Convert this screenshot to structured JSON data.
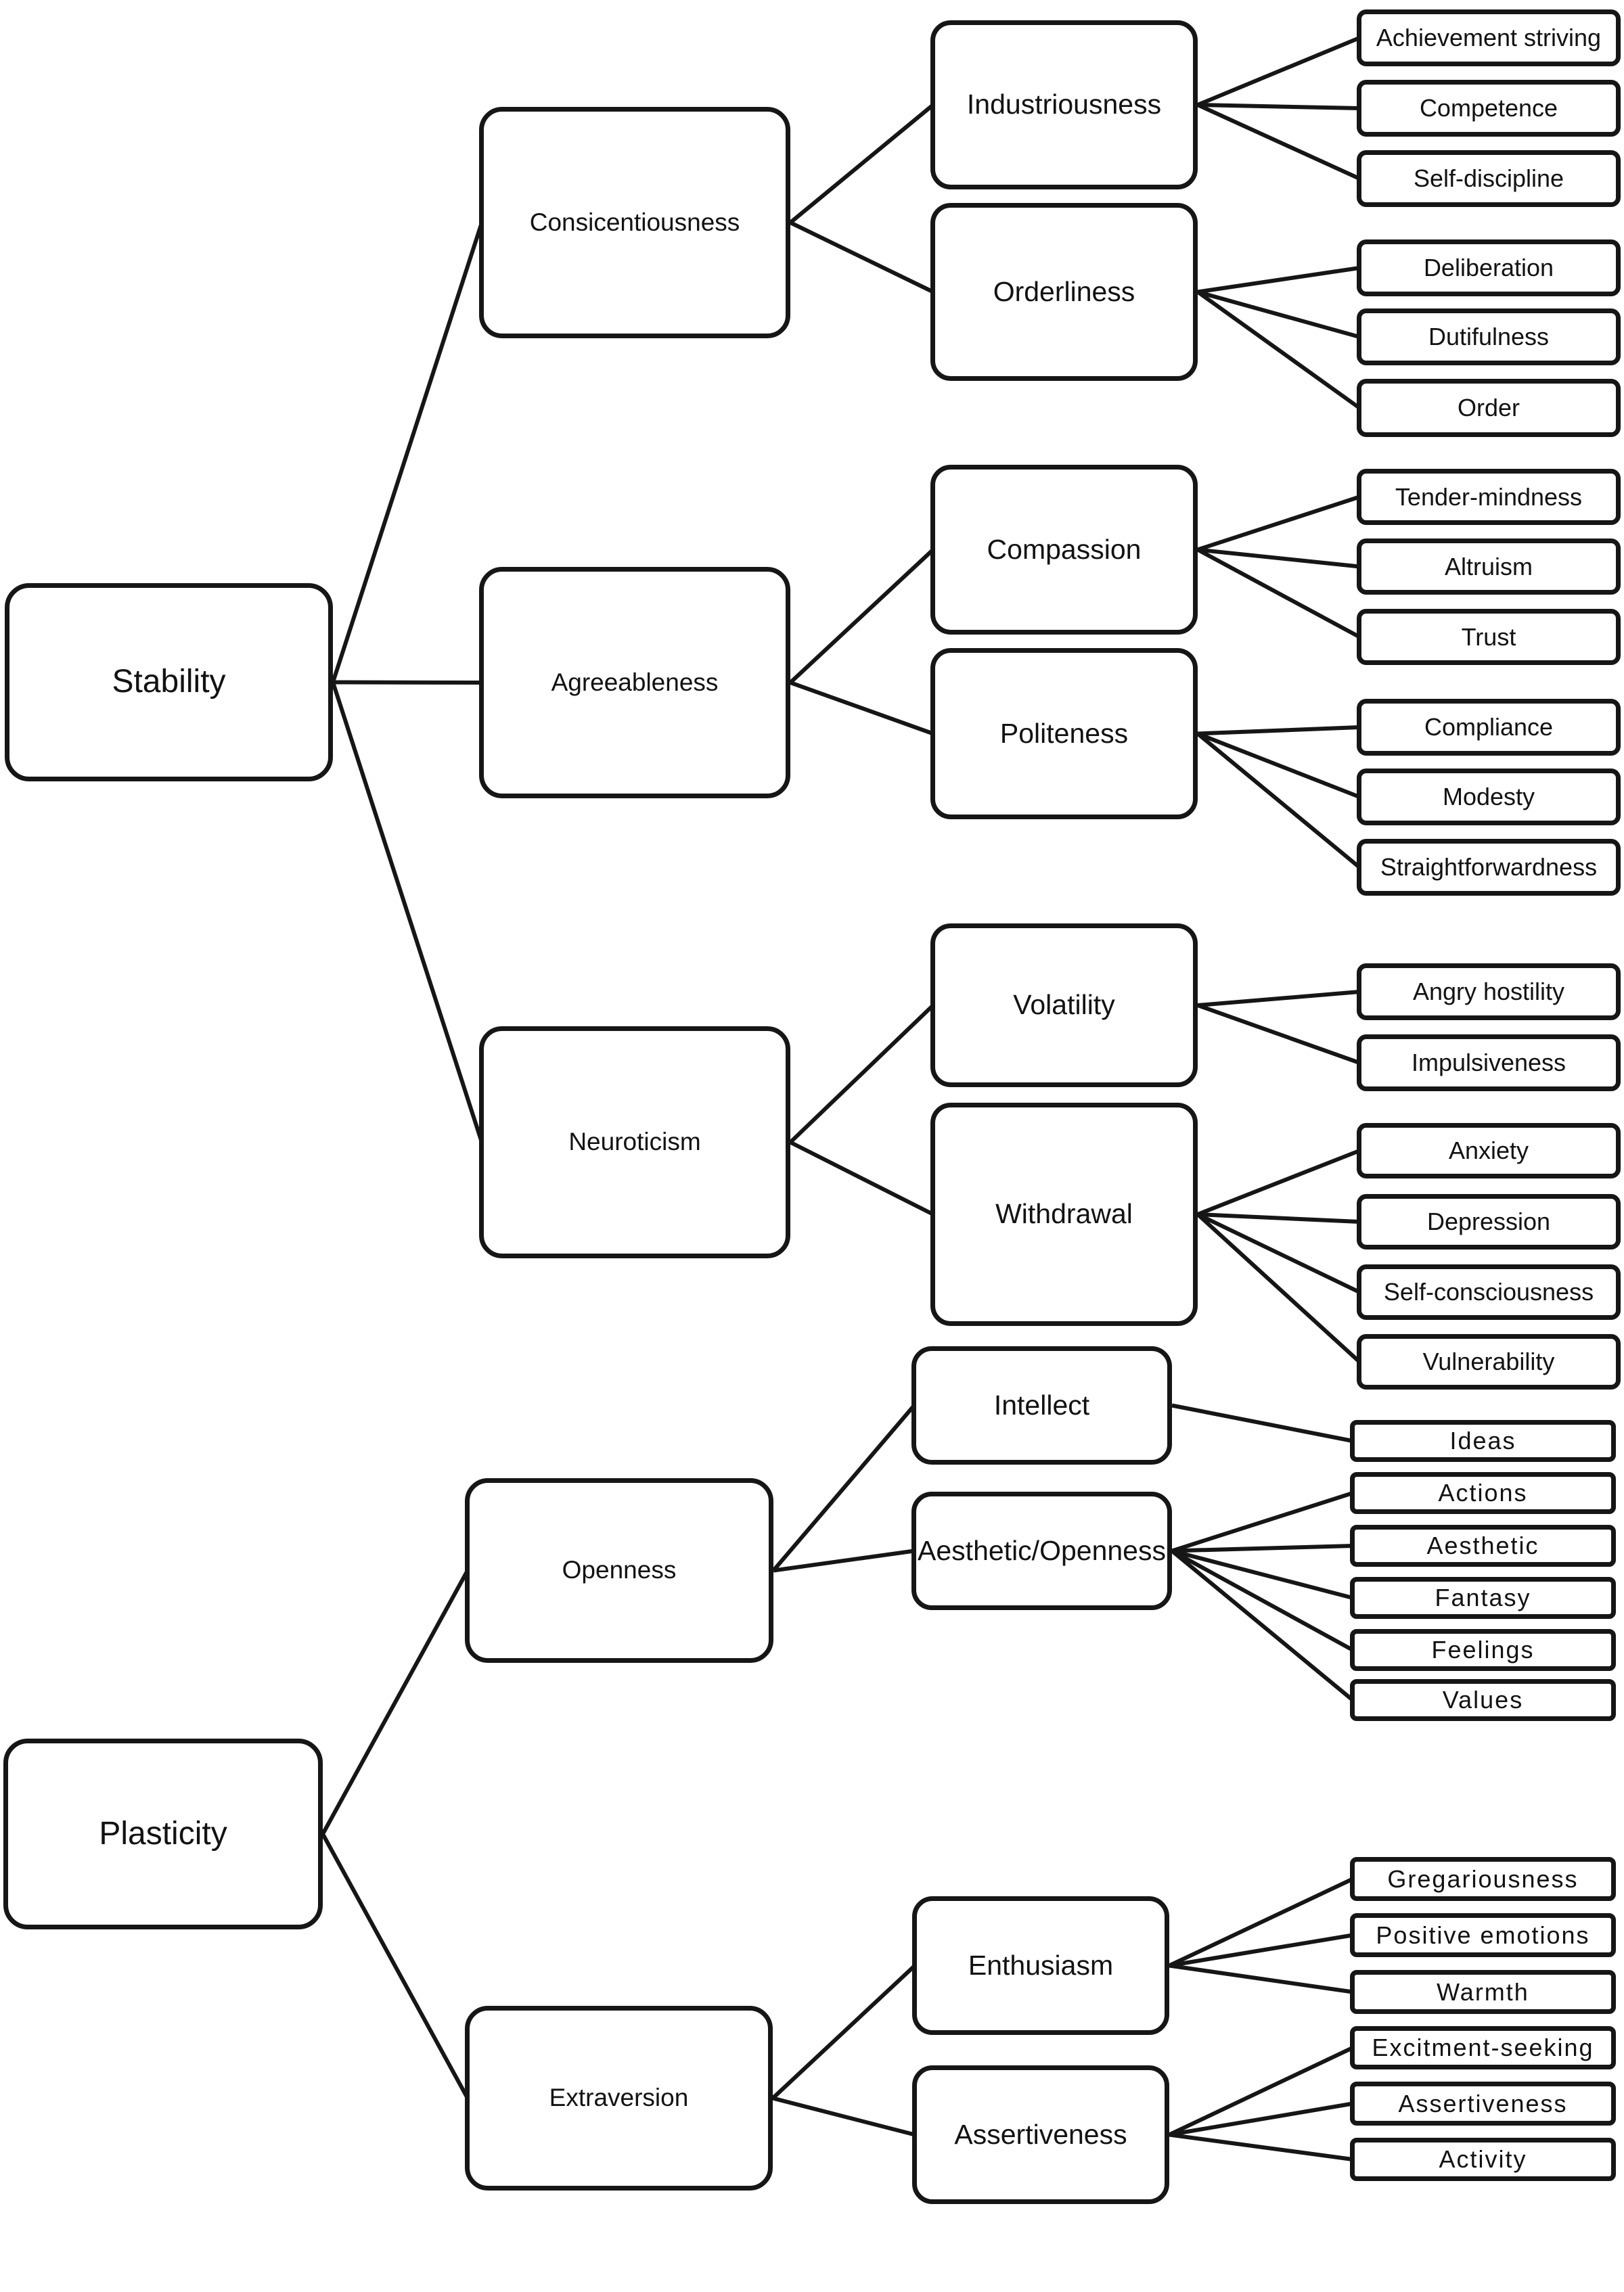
{
  "diagram": {
    "description": "Hierarchical tree of personality meta-traits, Big Five domains, aspects and facets",
    "line_color": "#161616",
    "box_background": "#ffffff",
    "tree": [
      {
        "id": "stability",
        "label": "Stability",
        "children": [
          {
            "id": "conscientiousness",
            "label": "Consicentiousness",
            "children": [
              {
                "id": "industriousness",
                "label": "Industriousness",
                "children": [
                  {
                    "id": "achievement-striving",
                    "label": "Achievement striving"
                  },
                  {
                    "id": "competence",
                    "label": "Competence"
                  },
                  {
                    "id": "self-discipline",
                    "label": "Self-discipline"
                  }
                ]
              },
              {
                "id": "orderliness",
                "label": "Orderliness",
                "children": [
                  {
                    "id": "deliberation",
                    "label": "Deliberation"
                  },
                  {
                    "id": "dutifulness",
                    "label": "Dutifulness"
                  },
                  {
                    "id": "order",
                    "label": "Order"
                  }
                ]
              }
            ]
          },
          {
            "id": "agreeableness",
            "label": "Agreeableness",
            "children": [
              {
                "id": "compassion",
                "label": "Compassion",
                "children": [
                  {
                    "id": "tender-mindness",
                    "label": "Tender-mindness"
                  },
                  {
                    "id": "altruism",
                    "label": "Altruism"
                  },
                  {
                    "id": "trust",
                    "label": "Trust"
                  }
                ]
              },
              {
                "id": "politeness",
                "label": "Politeness",
                "children": [
                  {
                    "id": "compliance",
                    "label": "Compliance"
                  },
                  {
                    "id": "modesty",
                    "label": "Modesty"
                  },
                  {
                    "id": "straightforwardness",
                    "label": "Straightforwardness"
                  }
                ]
              }
            ]
          },
          {
            "id": "neuroticism",
            "label": "Neuroticism",
            "children": [
              {
                "id": "volatility",
                "label": "Volatility",
                "children": [
                  {
                    "id": "angry-hostility",
                    "label": "Angry hostility"
                  },
                  {
                    "id": "impulsiveness",
                    "label": "Impulsiveness"
                  }
                ]
              },
              {
                "id": "withdrawal",
                "label": "Withdrawal",
                "children": [
                  {
                    "id": "anxiety",
                    "label": "Anxiety"
                  },
                  {
                    "id": "depression",
                    "label": "Depression"
                  },
                  {
                    "id": "self-consciousness",
                    "label": "Self-consciousness"
                  },
                  {
                    "id": "vulnerability",
                    "label": "Vulnerability"
                  }
                ]
              }
            ]
          }
        ]
      },
      {
        "id": "plasticity",
        "label": "Plasticity",
        "children": [
          {
            "id": "openness",
            "label": "Openness",
            "children": [
              {
                "id": "intellect",
                "label": "Intellect",
                "children": [
                  {
                    "id": "ideas",
                    "label": "Ideas"
                  }
                ]
              },
              {
                "id": "aesthetic-openness",
                "label": "Aesthetic/Openness",
                "children": [
                  {
                    "id": "actions",
                    "label": "Actions"
                  },
                  {
                    "id": "aesthetic",
                    "label": "Aesthetic"
                  },
                  {
                    "id": "fantasy",
                    "label": "Fantasy"
                  },
                  {
                    "id": "feelings",
                    "label": "Feelings"
                  },
                  {
                    "id": "values",
                    "label": "Values"
                  }
                ]
              }
            ]
          },
          {
            "id": "extraversion",
            "label": "Extraversion",
            "children": [
              {
                "id": "enthusiasm",
                "label": "Enthusiasm",
                "children": [
                  {
                    "id": "gregariousness",
                    "label": "Gregariousness"
                  },
                  {
                    "id": "positive-emotions",
                    "label": "Positive emotions"
                  },
                  {
                    "id": "warmth",
                    "label": "Warmth"
                  }
                ]
              },
              {
                "id": "assertiveness",
                "label": "Assertiveness",
                "children": [
                  {
                    "id": "excitment-seeking",
                    "label": "Excitment-seeking"
                  },
                  {
                    "id": "assertiveness-facet",
                    "label": "Assertiveness"
                  },
                  {
                    "id": "activity",
                    "label": "Activity"
                  }
                ]
              }
            ]
          }
        ]
      }
    ]
  }
}
